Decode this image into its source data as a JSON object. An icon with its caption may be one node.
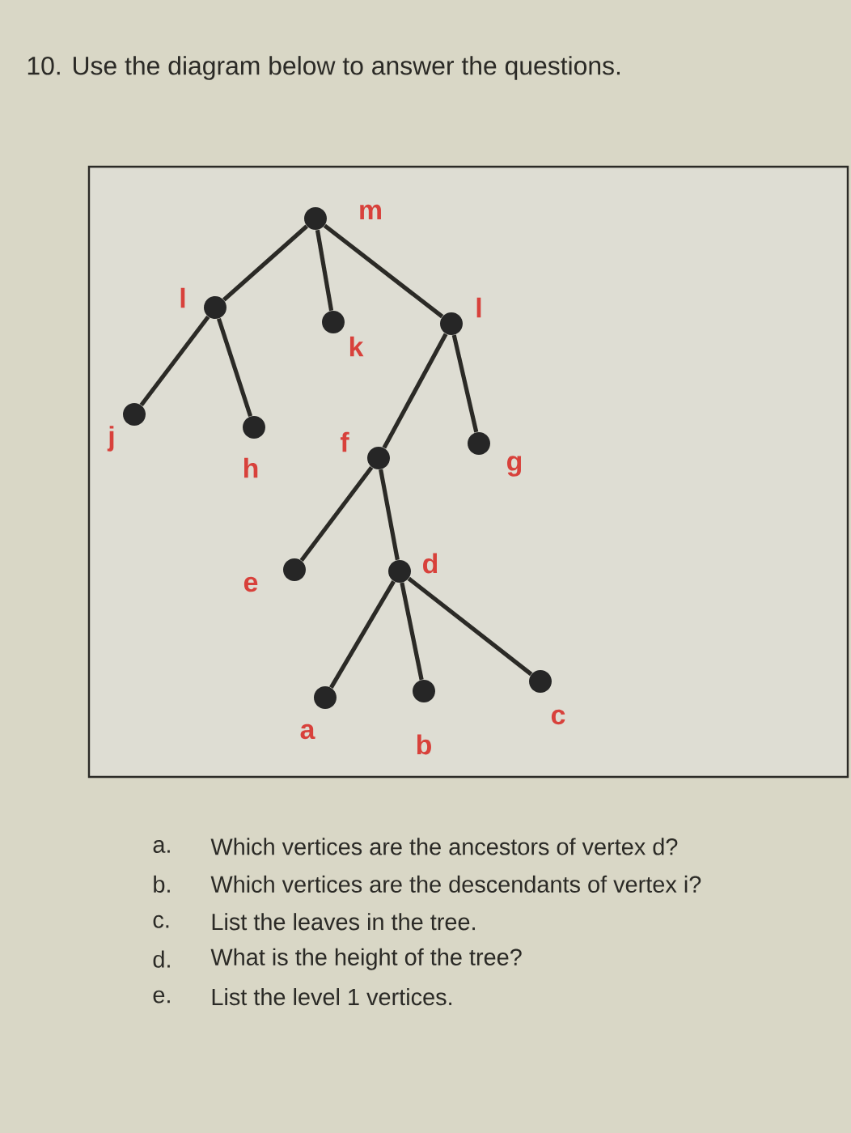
{
  "diagram": {
    "title": "10. Use the diagram below to answer the questions.",
    "nodes": [
      {
        "text": [],
        "shape": "circle",
        "beside": [
          "m"
        ]
      },
      {
        "text": [],
        "shape": "circle",
        "beside": [
          "l"
        ]
      },
      {
        "text": [],
        "shape": "circle",
        "beside": [
          "k"
        ]
      },
      {
        "text": [],
        "shape": "circle",
        "beside": [
          "l"
        ]
      },
      {
        "text": [],
        "shape": "circle",
        "beside": [
          "j"
        ]
      },
      {
        "text": [],
        "shape": "circle",
        "beside": [
          "h"
        ]
      },
      {
        "text": [],
        "shape": "circle",
        "beside": [
          "f"
        ]
      },
      {
        "text": [],
        "shape": "circle",
        "beside": [
          "g"
        ]
      },
      {
        "text": [],
        "shape": "circle",
        "beside": [
          "e"
        ]
      },
      {
        "text": [],
        "shape": "circle",
        "beside": [
          "d"
        ]
      },
      {
        "text": [],
        "shape": "circle",
        "beside": [
          "a"
        ]
      },
      {
        "text": [],
        "shape": "circle",
        "beside": [
          "b"
        ]
      },
      {
        "text": [],
        "shape": "circle",
        "beside": [
          "c"
        ]
      }
    ],
    "edges": [
      {
        "from": 0,
        "to": 1,
        "arrow": "none"
      },
      {
        "from": 0,
        "to": 2,
        "arrow": "none"
      },
      {
        "from": 0,
        "to": 3,
        "arrow": "none"
      },
      {
        "from": 1,
        "to": 4,
        "arrow": "none"
      },
      {
        "from": 1,
        "to": 5,
        "arrow": "none"
      },
      {
        "from": 3,
        "to": 6,
        "arrow": "none"
      },
      {
        "from": 3,
        "to": 7,
        "arrow": "none"
      },
      {
        "from": 6,
        "to": 8,
        "arrow": "none"
      },
      {
        "from": 6,
        "to": 9,
        "arrow": "none"
      },
      {
        "from": 9,
        "to": 10,
        "arrow": "none"
      },
      {
        "from": 9,
        "to": 11,
        "arrow": "none"
      },
      {
        "from": 9,
        "to": 12,
        "arrow": "none"
      }
    ],
    "labels": [
      "a.",
      "Which vertices are the ancestors of vertex d?",
      "b.",
      "Which vertices are the descendants of vertex i?",
      "c.",
      "List the leaves in the tree.",
      "d.",
      "What is the height of the tree?",
      "e.",
      "List the level 1 vertices."
    ]
  }
}
